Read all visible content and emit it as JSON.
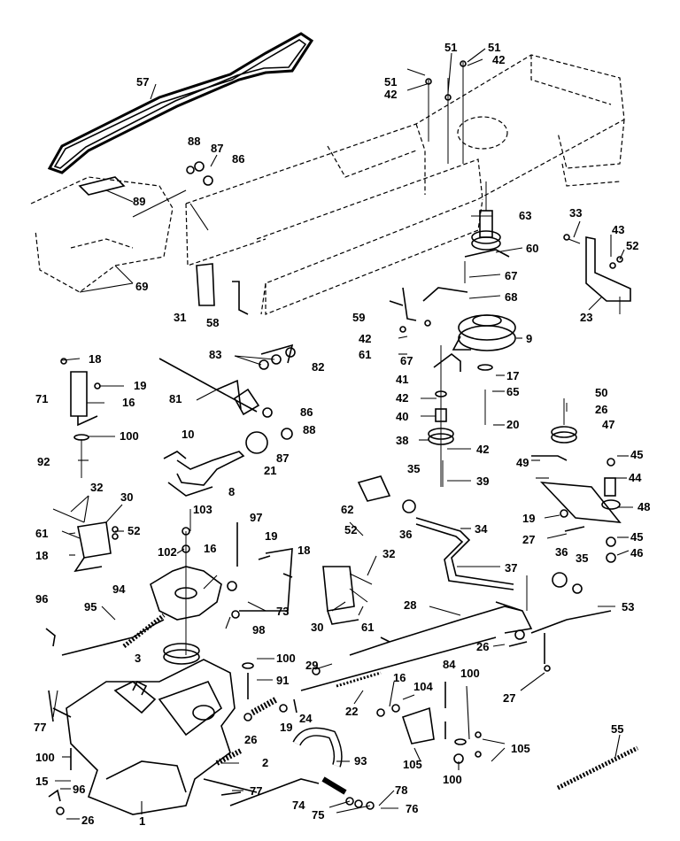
{
  "diagram": {
    "colors": {
      "ink": "#000000",
      "paper": "#ffffff"
    },
    "callouts": [
      "57",
      "89",
      "88",
      "87",
      "86",
      "69",
      "31",
      "58",
      "51",
      "42",
      "51",
      "42",
      "63",
      "60",
      "67",
      "68",
      "59",
      "42",
      "61",
      "33",
      "43",
      "52",
      "23",
      "9",
      "83",
      "82",
      "18",
      "19",
      "71",
      "16",
      "81",
      "86",
      "88",
      "87",
      "21",
      "100",
      "92",
      "10",
      "8",
      "67",
      "41",
      "42",
      "40",
      "38",
      "17",
      "65",
      "20",
      "42",
      "39",
      "50",
      "26",
      "47",
      "49",
      "45",
      "44",
      "48",
      "19",
      "27",
      "45",
      "46",
      "32",
      "30",
      "61",
      "52",
      "18",
      "103",
      "97",
      "102",
      "16",
      "19",
      "18",
      "94",
      "73",
      "98",
      "62",
      "35",
      "36",
      "34",
      "52",
      "32",
      "30",
      "61",
      "37",
      "36",
      "35",
      "53",
      "96",
      "95",
      "28",
      "26",
      "27",
      "3",
      "100",
      "29",
      "91",
      "26",
      "19",
      "24",
      "22",
      "16",
      "104",
      "84",
      "100",
      "105",
      "105",
      "77",
      "100",
      "15",
      "96",
      "26",
      "1",
      "2",
      "93",
      "77",
      "74",
      "75",
      "78",
      "76",
      "100",
      "55"
    ]
  }
}
